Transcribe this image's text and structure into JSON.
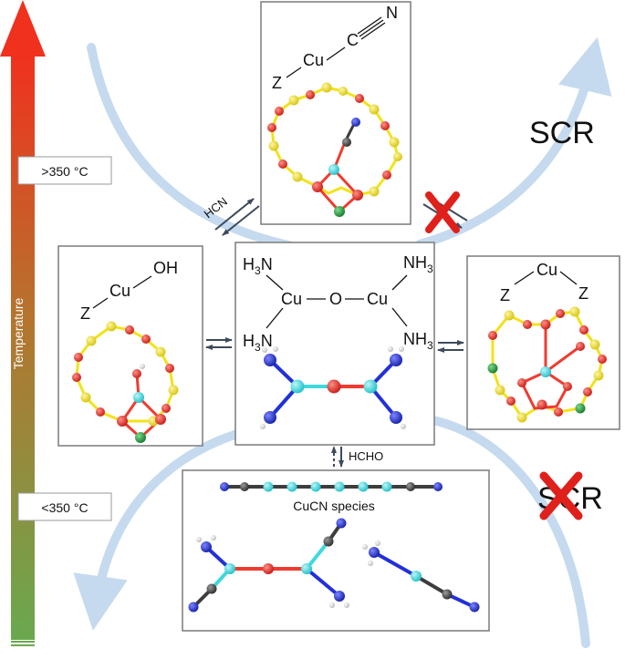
{
  "temperature_bar": {
    "axis_label": "Temperature",
    "high_label": ">350 °C",
    "low_label": "<350 °C"
  },
  "labels": {
    "scr_high": "SCR",
    "scr_low": "SCR",
    "hcn": "HCN",
    "hcho": "HCHO",
    "cucn_species": "CuCN species"
  },
  "formulas": {
    "top": {
      "z": "Z",
      "cu": "Cu",
      "c": "C",
      "n": "N"
    },
    "left": {
      "z": "Z",
      "cu": "Cu",
      "oh": "OH"
    },
    "center": {
      "cu1": "Cu",
      "o": "O",
      "cu2": "Cu",
      "nh3_tr": "NH",
      "nh3_br": "NH",
      "h3n_tl": "N",
      "h3n_bl": "N",
      "h_tl": "H",
      "h_bl": "H",
      "sub3": "3"
    },
    "right": {
      "cu": "Cu",
      "z1": "Z",
      "z2": "Z"
    }
  },
  "colors": {
    "arrow_light": "#c5daee",
    "arrow_dark": "#3d4a5c",
    "cross_red": "#e0201b",
    "box_border": "#7a7a7a",
    "cu_atom": "#3fd8de",
    "o_atom": "#e8261f",
    "si_atom": "#f2e21a",
    "n_atom": "#2230d8",
    "c_atom": "#404040",
    "al_atom": "#1f9a3a",
    "h_atom": "#ffffff",
    "temp_top": "#f0311e",
    "temp_bottom": "#6aa84f"
  }
}
